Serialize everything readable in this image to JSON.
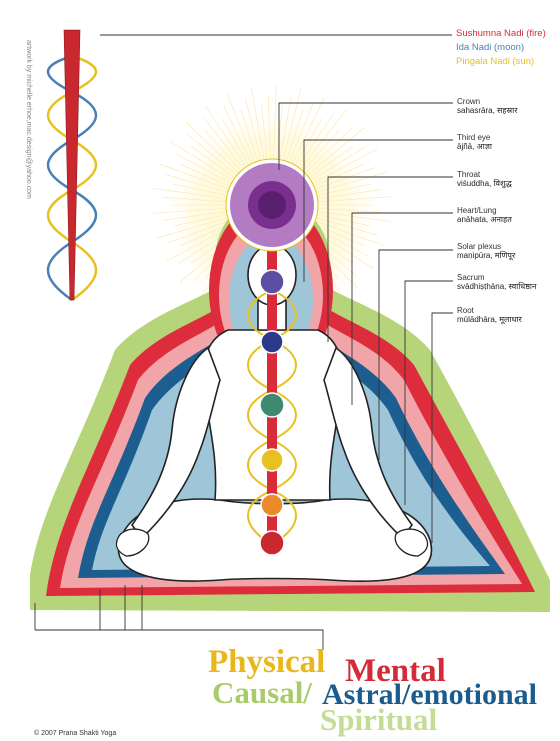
{
  "legend": {
    "sushumna": {
      "label": "Sushumna Nadi (fire)",
      "color": "#d92b3a"
    },
    "ida": {
      "label": "Ida Nadi (moon)",
      "color": "#4a7fb7"
    },
    "pingala": {
      "label": "Pingala Nadi (sun)",
      "color": "#e7c120"
    }
  },
  "credit": "artwork by michelle erhoe,mac.design@yahoo.com",
  "chakras": [
    {
      "name": "Crown",
      "sub": "sahasrāra, सहस्रार"
    },
    {
      "name": "Third eye",
      "sub": "ājñā, आज्ञा"
    },
    {
      "name": "Throat",
      "sub": "viśuddha, विशुद्ध"
    },
    {
      "name": "Heart/Lung",
      "sub": "anāhata, अनाहत"
    },
    {
      "name": "Solar plexus",
      "sub": "maṇipūra, मणिपूर"
    },
    {
      "name": "Sacrum",
      "sub": "svādhiṣṭhāna, स्वाधिष्ठान"
    },
    {
      "name": "Root",
      "sub": "mūlādhāra, मूलाधार"
    }
  ],
  "bodies": {
    "physical": {
      "label": "Physical",
      "color": "#e9b61c"
    },
    "mental": {
      "label": "Mental",
      "color": "#d42a3a"
    },
    "causal": {
      "label": "Causal/",
      "color": "#a9cb6a"
    },
    "astral": {
      "label": "Astral/emotional",
      "color": "#1b5c8e"
    },
    "spiritual": {
      "label": "Spiritual",
      "color": "#c3dc96"
    }
  },
  "copyright": "© 2007 Prana Shakti Yoga"
}
